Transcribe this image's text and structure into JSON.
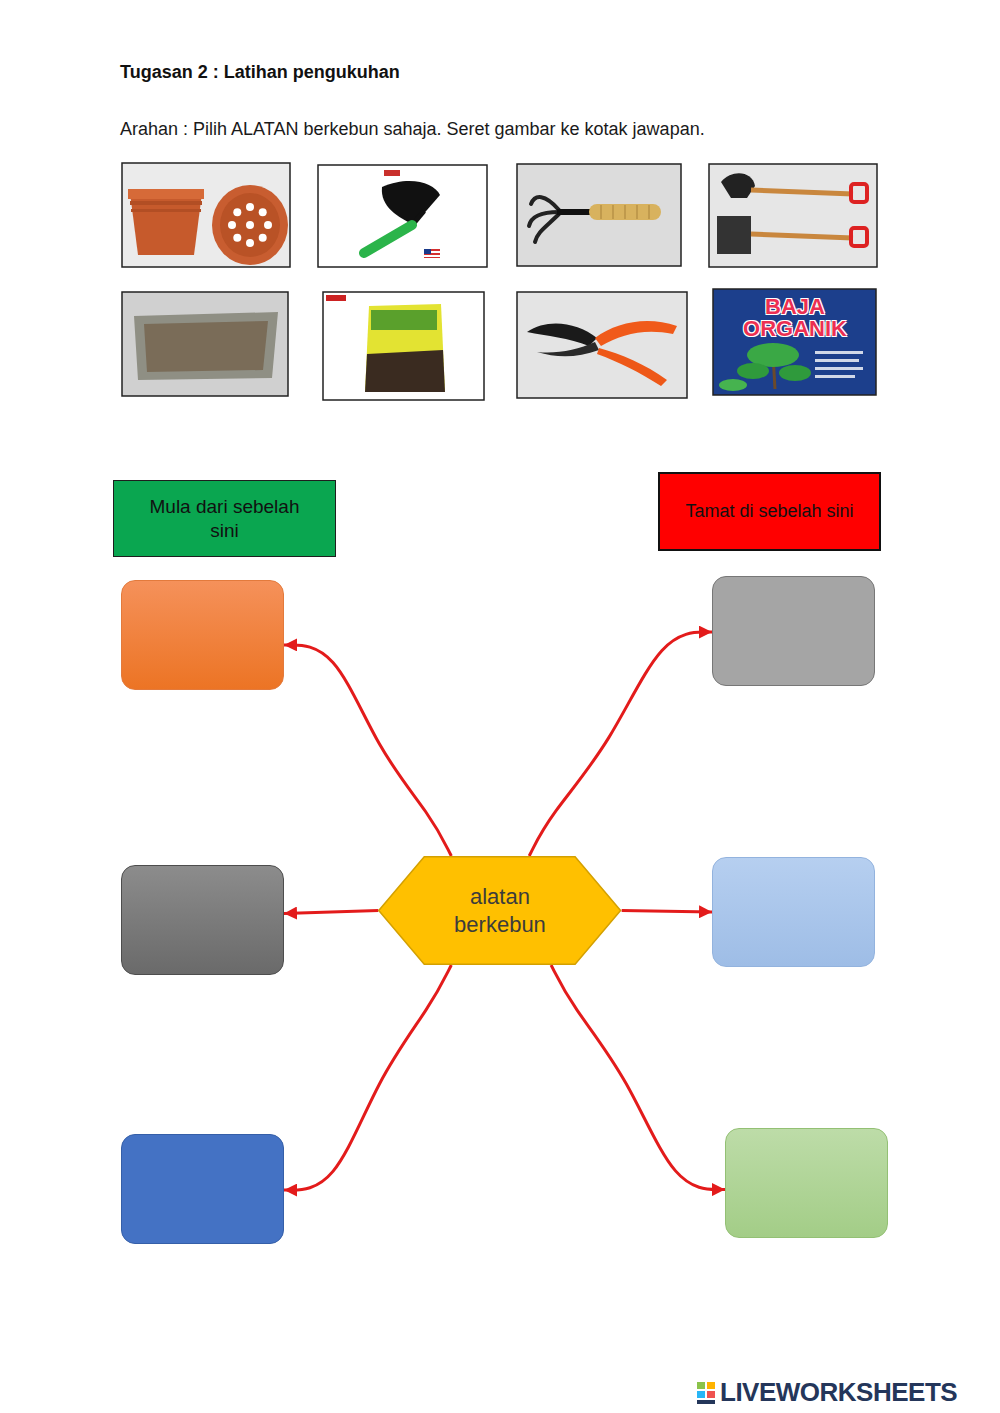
{
  "diagram": {
    "title": "Tugasan 2 : Latihan pengukuhan",
    "nodes": [
      {
        "text": [
          "Mula dari sebelah sini"
        ]
      },
      {
        "text": [
          "Tamat di sebelah sini"
        ]
      },
      {
        "text": []
      },
      {
        "text": []
      },
      {
        "text": []
      },
      {
        "text": [
          "alatan berkebun"
        ]
      },
      {
        "text": []
      },
      {
        "text": []
      },
      {
        "text": []
      }
    ],
    "edges": [
      {
        "from": 5,
        "to": 2,
        "arrow": "to"
      },
      {
        "from": 5,
        "to": 3,
        "arrow": "to"
      },
      {
        "from": 5,
        "to": 4,
        "arrow": "to"
      },
      {
        "from": 5,
        "to": 6,
        "arrow": "to"
      },
      {
        "from": 5,
        "to": 7,
        "arrow": "to"
      },
      {
        "from": 5,
        "to": 8,
        "arrow": "to"
      }
    ],
    "labels": [
      "Arahan : Pilih ALATAN berkebun sahaja. Seret gambar ke kotak jawapan.",
      "BAJA ORGANIK",
      "LIVEWORKSHEETS"
    ]
  }
}
